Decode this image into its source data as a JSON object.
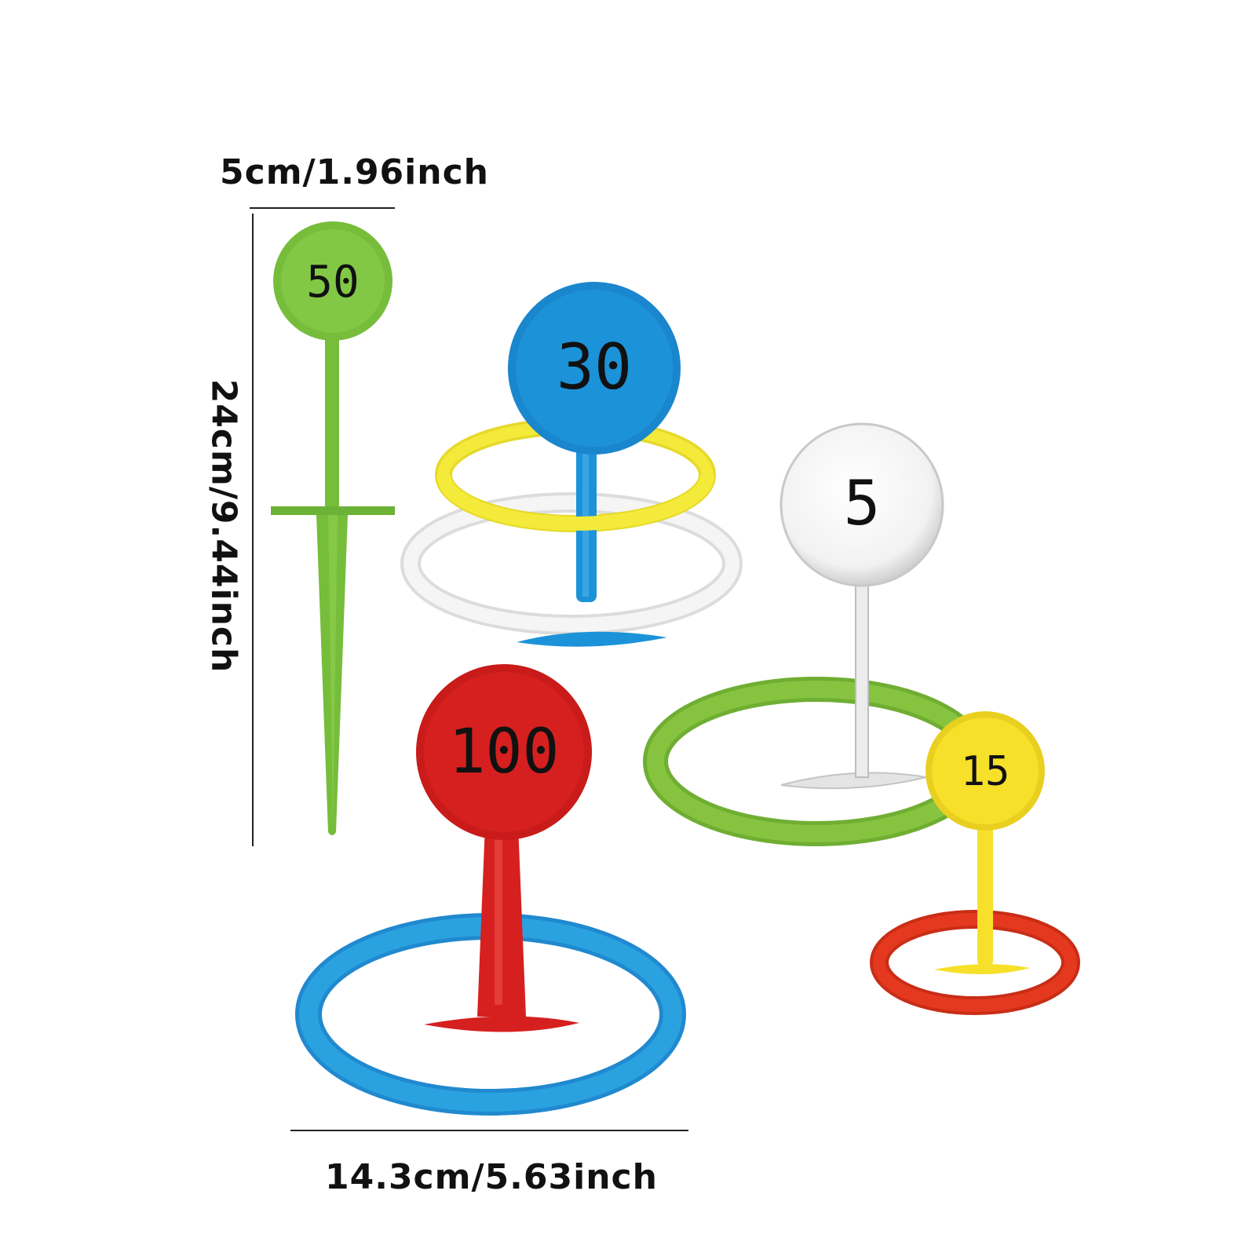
{
  "dimensions": {
    "width_label": "5cm/1.96inch",
    "height_label": "24cm/9.44inch",
    "base_label": "14.3cm/5.63inch"
  },
  "pegs": [
    {
      "score": "50",
      "color": "#76bd3b"
    },
    {
      "score": "30",
      "color": "#1c93d9"
    },
    {
      "score": "5",
      "color": "#f2f2f2"
    },
    {
      "score": "100",
      "color": "#d6201f"
    },
    {
      "score": "15",
      "color": "#f6e02a"
    }
  ],
  "rings": [
    {
      "color": "#f4ea3a"
    },
    {
      "color": "#f5f5f5"
    },
    {
      "color": "#86c440"
    },
    {
      "color": "#2ba2e0"
    },
    {
      "color": "#e5391f"
    }
  ]
}
